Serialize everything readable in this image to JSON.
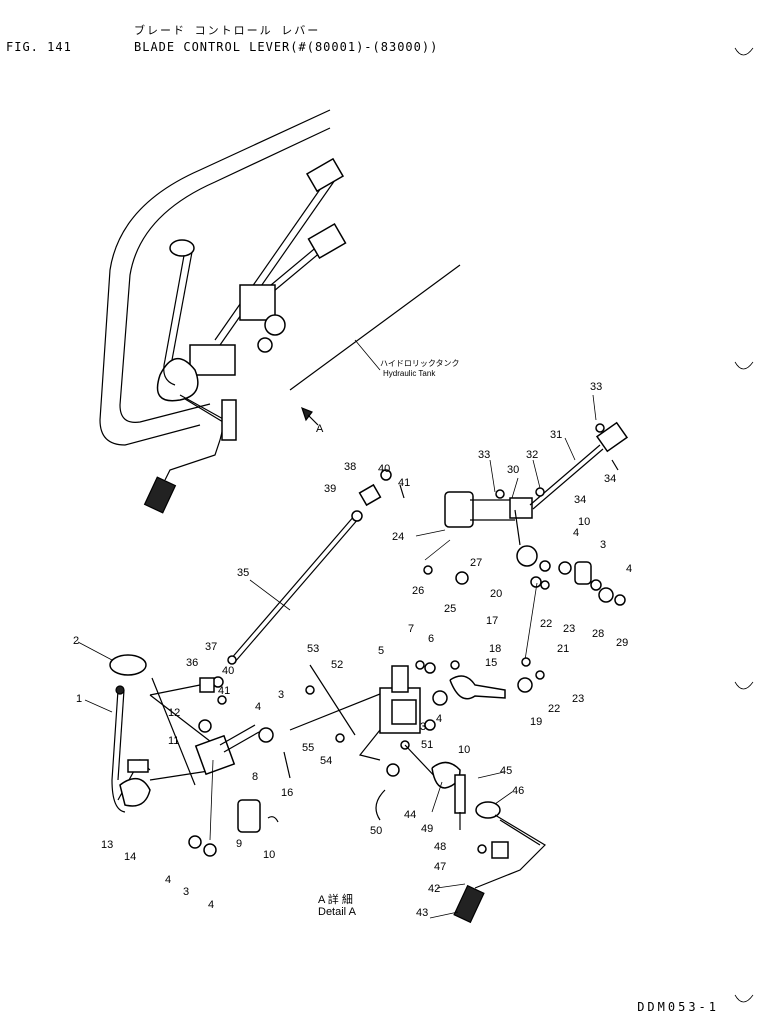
{
  "header": {
    "fig_label": "FIG. 141",
    "title_jp": "ブレード コントロール レバー",
    "title_en": "BLADE CONTROL LEVER(#(80001)-(83000))"
  },
  "annotations": {
    "hydraulic_tank_jp": "ハイドロリックタンク",
    "hydraulic_tank_en": "Hydraulic Tank",
    "view_a": "A",
    "detail_jp": "A 詳 細",
    "detail_en": "Detail A"
  },
  "drawing_code": "DDM053-1",
  "part_callouts": [
    {
      "id": "c1",
      "text": "1"
    },
    {
      "id": "c2",
      "text": "2"
    },
    {
      "id": "c3a",
      "text": "3"
    },
    {
      "id": "c3b",
      "text": "3"
    },
    {
      "id": "c3c",
      "text": "3"
    },
    {
      "id": "c3d",
      "text": "3"
    },
    {
      "id": "c4a",
      "text": "4"
    },
    {
      "id": "c4b",
      "text": "4"
    },
    {
      "id": "c4c",
      "text": "4"
    },
    {
      "id": "c4d",
      "text": "4"
    },
    {
      "id": "c4e",
      "text": "4"
    },
    {
      "id": "c4f",
      "text": "4"
    },
    {
      "id": "c5",
      "text": "5"
    },
    {
      "id": "c6",
      "text": "6"
    },
    {
      "id": "c7",
      "text": "7"
    },
    {
      "id": "c8",
      "text": "8"
    },
    {
      "id": "c9",
      "text": "9"
    },
    {
      "id": "c10a",
      "text": "10"
    },
    {
      "id": "c10b",
      "text": "10"
    },
    {
      "id": "c10c",
      "text": "10"
    },
    {
      "id": "c11",
      "text": "11"
    },
    {
      "id": "c12",
      "text": "12"
    },
    {
      "id": "c13",
      "text": "13"
    },
    {
      "id": "c14",
      "text": "14"
    },
    {
      "id": "c15",
      "text": "15"
    },
    {
      "id": "c16",
      "text": "16"
    },
    {
      "id": "c17",
      "text": "17"
    },
    {
      "id": "c18",
      "text": "18"
    },
    {
      "id": "c19",
      "text": "19"
    },
    {
      "id": "c20",
      "text": "20"
    },
    {
      "id": "c21",
      "text": "21"
    },
    {
      "id": "c22a",
      "text": "22"
    },
    {
      "id": "c22b",
      "text": "22"
    },
    {
      "id": "c23a",
      "text": "23"
    },
    {
      "id": "c23b",
      "text": "23"
    },
    {
      "id": "c24",
      "text": "24"
    },
    {
      "id": "c25",
      "text": "25"
    },
    {
      "id": "c26",
      "text": "26"
    },
    {
      "id": "c27",
      "text": "27"
    },
    {
      "id": "c28",
      "text": "28"
    },
    {
      "id": "c29",
      "text": "29"
    },
    {
      "id": "c30",
      "text": "30"
    },
    {
      "id": "c31",
      "text": "31"
    },
    {
      "id": "c32",
      "text": "32"
    },
    {
      "id": "c33a",
      "text": "33"
    },
    {
      "id": "c33b",
      "text": "33"
    },
    {
      "id": "c34a",
      "text": "34"
    },
    {
      "id": "c34b",
      "text": "34"
    },
    {
      "id": "c35",
      "text": "35"
    },
    {
      "id": "c36",
      "text": "36"
    },
    {
      "id": "c37",
      "text": "37"
    },
    {
      "id": "c38",
      "text": "38"
    },
    {
      "id": "c39",
      "text": "39"
    },
    {
      "id": "c40a",
      "text": "40"
    },
    {
      "id": "c40b",
      "text": "40"
    },
    {
      "id": "c41a",
      "text": "41"
    },
    {
      "id": "c41b",
      "text": "41"
    },
    {
      "id": "c42",
      "text": "42"
    },
    {
      "id": "c43",
      "text": "43"
    },
    {
      "id": "c44",
      "text": "44"
    },
    {
      "id": "c45",
      "text": "45"
    },
    {
      "id": "c46",
      "text": "46"
    },
    {
      "id": "c47",
      "text": "47"
    },
    {
      "id": "c48",
      "text": "48"
    },
    {
      "id": "c49",
      "text": "49"
    },
    {
      "id": "c50",
      "text": "50"
    },
    {
      "id": "c51",
      "text": "51"
    },
    {
      "id": "c52",
      "text": "52"
    },
    {
      "id": "c53",
      "text": "53"
    },
    {
      "id": "c54",
      "text": "54"
    },
    {
      "id": "c55",
      "text": "55"
    }
  ]
}
